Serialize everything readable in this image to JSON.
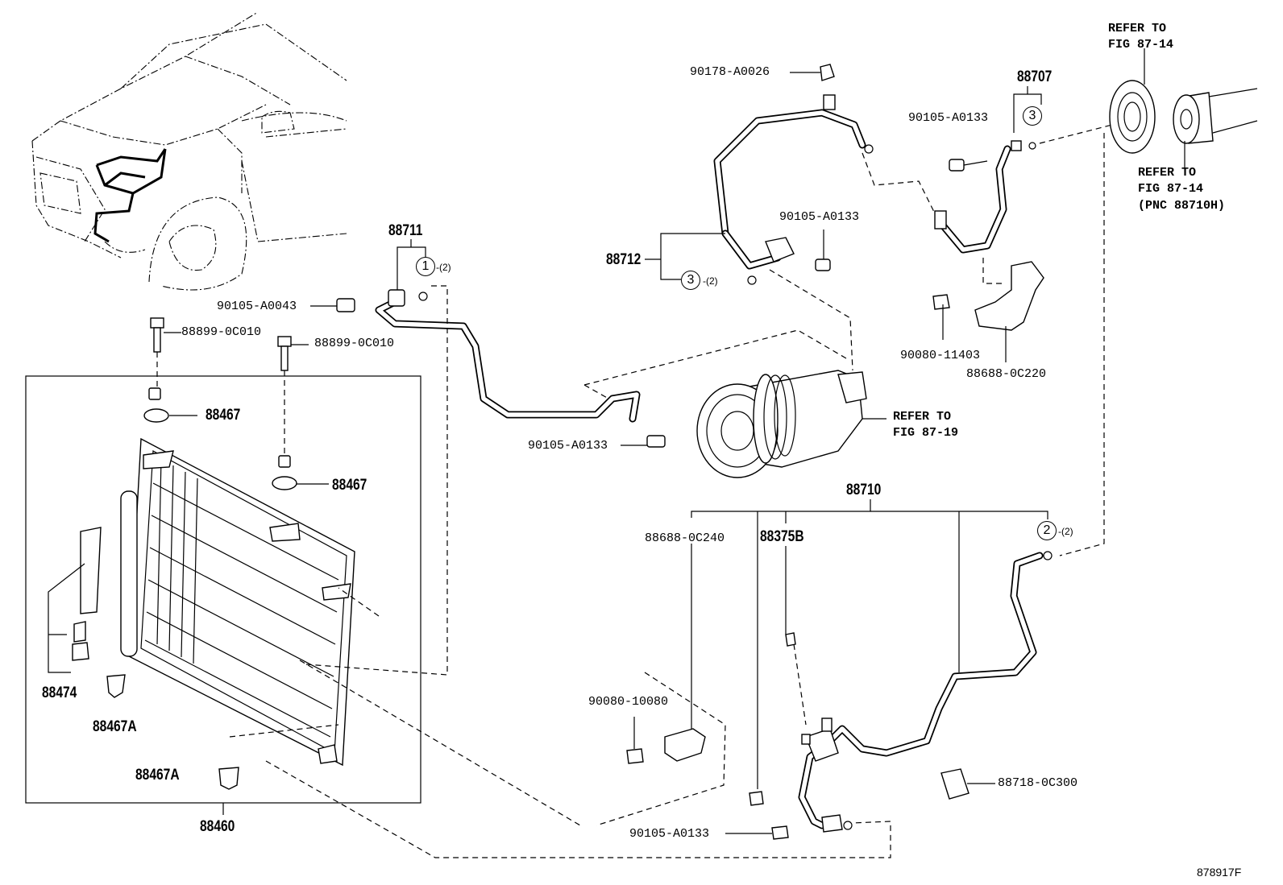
{
  "diagram_id": "878917F",
  "refer_notes": {
    "top": [
      "REFER TO",
      "FIG 87-14"
    ],
    "clutch": [
      "REFER TO",
      "FIG 87-14",
      "(PNC 88710H)"
    ],
    "compressor": [
      "REFER TO",
      "FIG 87-19"
    ]
  },
  "parts": {
    "p88707": "88707",
    "p88711": "88711",
    "p88712": "88712",
    "p88710": "88710",
    "p88460": "88460",
    "p88467_a": "88467",
    "p88467_b": "88467",
    "p88474": "88474",
    "p88467A_a": "88467A",
    "p88467A_b": "88467A",
    "p88375B": "88375B",
    "bolt_0026": "90178-A0026",
    "bolt_a0133_top": "90105-A0133",
    "bolt_a0133_mid": "90105-A0133",
    "bolt_a0133_hose": "90105-A0133",
    "bolt_a0133_bottom": "90105-A0133",
    "bolt_a0043": "90105-A0043",
    "bolt_0c010_a": "88899-0C010",
    "bolt_0c010_b": "88899-0C010",
    "bolt_11403": "90080-11403",
    "bracket_0c220": "88688-0C220",
    "bracket_0c240": "88688-0C240",
    "bolt_10080": "90080-10080",
    "clamp_0c300": "88718-0C300"
  },
  "oring_callouts": {
    "c1": "1",
    "c1_qty": "-(2)",
    "c2": "2",
    "c2_qty": "-(2)",
    "c3_top": "3",
    "c3_left": "3",
    "c3_qty": "-(2)"
  }
}
